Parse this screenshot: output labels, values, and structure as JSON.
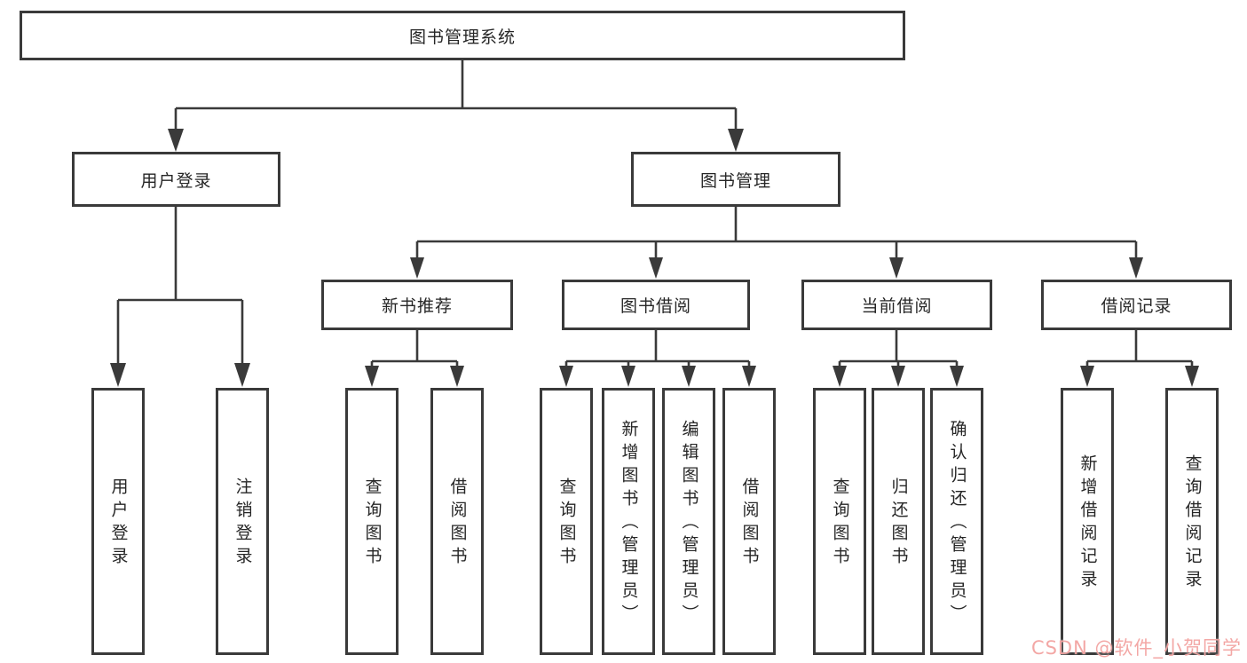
{
  "diagram": {
    "type": "hierarchy-tree",
    "tree": {
      "root": "图书管理系统",
      "children": [
        {
          "label": "用户登录",
          "children": [
            {
              "label": "用户登录"
            },
            {
              "label": "注销登录"
            }
          ]
        },
        {
          "label": "图书管理",
          "children": [
            {
              "label": "新书推荐",
              "children": [
                {
                  "label": "查询图书"
                },
                {
                  "label": "借阅图书"
                }
              ]
            },
            {
              "label": "图书借阅",
              "children": [
                {
                  "label": "查询图书"
                },
                {
                  "label": "新增图书（管理员）"
                },
                {
                  "label": "编辑图书（管理员）"
                },
                {
                  "label": "借阅图书"
                }
              ]
            },
            {
              "label": "当前借阅",
              "children": [
                {
                  "label": "查询图书"
                },
                {
                  "label": "归还图书"
                },
                {
                  "label": "确认归还（管理员）"
                }
              ]
            },
            {
              "label": "借阅记录",
              "children": [
                {
                  "label": "新增借阅记录"
                },
                {
                  "label": "查询借阅记录"
                }
              ]
            }
          ]
        }
      ]
    },
    "colors": {
      "line": "#3a3a3a",
      "box_border": "#3a3a3a",
      "box_background": "#ffffff",
      "text": "#262626",
      "watermark": "#f2a2a0"
    }
  },
  "watermark": {
    "text": "CSDN @软件_小贺同学"
  }
}
